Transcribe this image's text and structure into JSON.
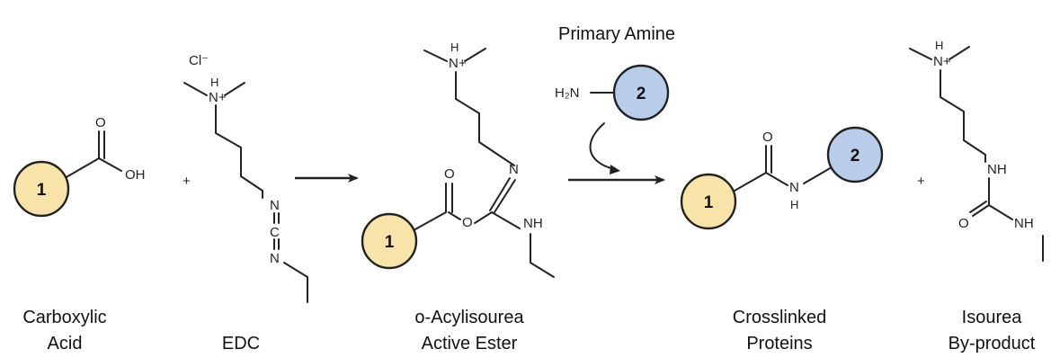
{
  "header": {
    "reagent_label": "Primary Amine"
  },
  "molecule_numbers": {
    "first": "1",
    "second": "2"
  },
  "atoms": {
    "O": "O",
    "OH": "OH",
    "H": "H",
    "N": "N",
    "Nplus": "N+",
    "C": "C",
    "NH": "NH",
    "H2N": "H₂N",
    "Cl": "Cl⁻",
    "NH_partial": "NH"
  },
  "symbols": {
    "plus": "+",
    "double_bond": "="
  },
  "labels": {
    "carboxylic_acid_1": "Carboxylic",
    "carboxylic_acid_2": "Acid",
    "edc": "EDC",
    "intermediate_1": "o-Acylisourea",
    "intermediate_2": "Active Ester",
    "product_1": "Crosslinked",
    "product_2": "Proteins",
    "byproduct_1": "Isourea",
    "byproduct_2": "By-product"
  },
  "colors": {
    "circle_1": "#f8e4a8",
    "circle_2": "#b8cde9",
    "stroke": "#222222"
  }
}
